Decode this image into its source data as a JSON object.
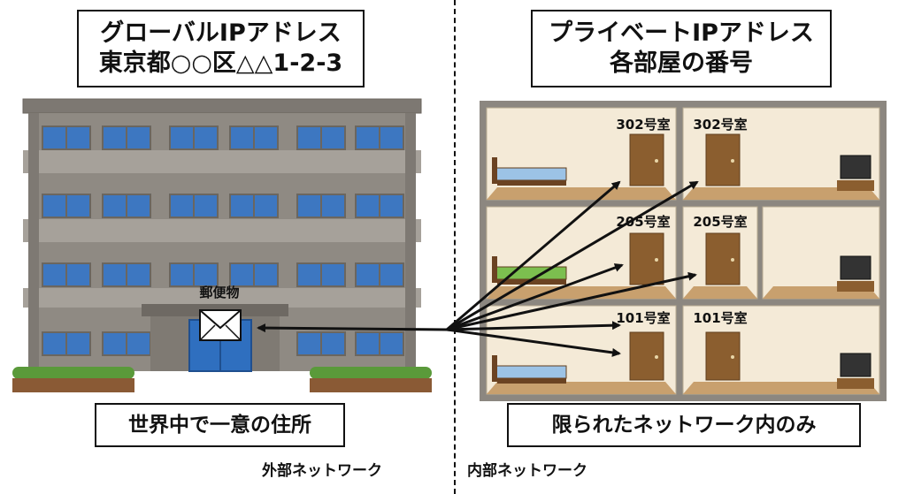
{
  "left": {
    "title_line1": "グローバルIPアドレス",
    "title_line2": "東京都○○区△△1-2-3",
    "mail_label": "郵便物",
    "caption": "世界中で一意の住所",
    "network_label": "外部ネットワーク"
  },
  "right": {
    "title_line1": "プライベートIPアドレス",
    "title_line2": "各部屋の番号",
    "caption": "限られたネットワーク内のみ",
    "network_label": "内部ネットワーク",
    "rooms": [
      "302号室",
      "302号室",
      "205号室",
      "205号室",
      "101号室",
      "101号室"
    ]
  },
  "colors": {
    "building": "#8f8a83",
    "window": "#3d77c1",
    "room_wall": "#f4ead7",
    "floor": "#c8a06e",
    "door": "#8b5e2f"
  }
}
